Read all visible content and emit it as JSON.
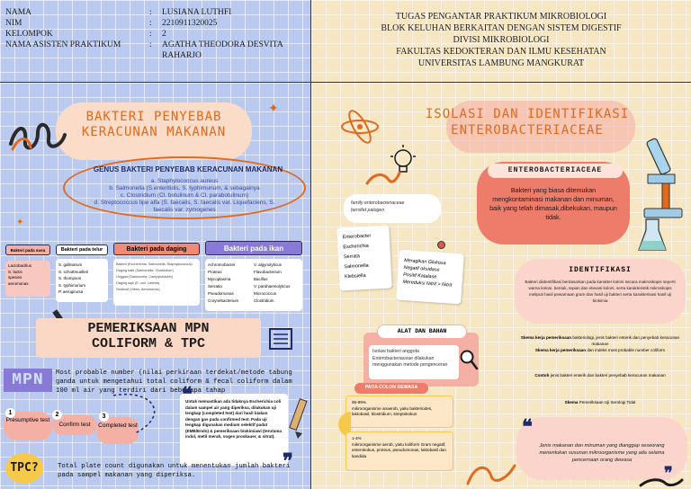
{
  "header": {
    "rows": [
      {
        "key": "NAMA",
        "value": "LUSIANA LUTHFI"
      },
      {
        "key": "NIM",
        "value": "2210911320025"
      },
      {
        "key": "KELOMPOK",
        "value": "2"
      },
      {
        "key": "NAMA ASISTEN PRAKTIKUM",
        "value": "AGATHA THEODORA DESVITA"
      },
      {
        "key": "",
        "value": "RAHARJO"
      }
    ],
    "colon": ":",
    "right_lines": [
      "TUGAS PENGANTAR PRAKTIKUM MIKROBIOLOGI",
      "BLOK KELUHAN BERKAITAN DENGAN SISTEM DIGESTIF",
      "DIVISI MIKROBIOLOGI",
      "FAKULTAS KEDOKTERAN DAN ILMU KESEHATAN",
      "UNIVERSITAS LAMBUNG MANGKURAT"
    ]
  },
  "left": {
    "title_line1": "BAKTERI PENYEBAB",
    "title_line2": "KERACUNAN MAKANAN",
    "genus_title": "GENUS BAKTERI PENYEBAB KERACUNAN MAKANAN",
    "genus_items": [
      "a. Staphylococcus aureus",
      "b. Salmonella (S.enteritidis, S. typhimurium, & sebagainya",
      "c. Clostridium (Cl. botulinum & Cl. parabotulinum)",
      "d. Streptococcus tipe alfa (S. faecalis, S. faecalis var. Liquefaciens, S.",
      "faecalis var. zymogenes"
    ],
    "cat_labels": [
      "Bakteri pada susu",
      "Bakteri pada telur",
      "Bakteri pada daging",
      "Bakteri pada ikan"
    ],
    "susu_items": [
      "Lactobacillus",
      "S. lactis",
      "spesies",
      "aeromonas"
    ],
    "telur_items": [
      "S. gallinarum",
      "S. schottmuelleri",
      "S. thompson",
      "S. typhimurium",
      "P. aeruginosa"
    ],
    "daging_items": [
      "Bakteri (Escherichia, Salmonella, Staphylococcus)",
      "Daging babi (Salmonella, Clostridium)",
      "Unggas (Salmonella, Campylobacter)",
      "Daging sapi (E. coli, Listeria)",
      "Seafood (Vibrio, Aeromonas)"
    ],
    "ikan_col1": [
      "Achromobacter",
      "Proteus",
      "Mycoplasma",
      "Serratia",
      "Pseudomonas",
      "Corynebacterium"
    ],
    "ikan_col2": [
      "V. algynolyticus",
      "Flavobacterium",
      "Bacillus",
      "V. parahaemolyticus",
      "Micrococcus",
      "Clostridium"
    ],
    "mpn_title_line1": "PEMERIKSAAN MPN",
    "mpn_title_line2": "COLIFORM & TPC",
    "mpn_badge": "MPN",
    "mpn_text": "Most probable number (nilai perkiraan terdekat/metode tabung ganda untuk mengetahui total coliform & fecal coliform dalam 100 ml air yang terdiri dari beberapa tahap",
    "steps": [
      {
        "num": "1",
        "label": "Presumptive test"
      },
      {
        "num": "2",
        "label": "Confirm test"
      },
      {
        "num": "3",
        "label": "Completed test"
      }
    ],
    "quote_text": "Untuk memastikan ada tidaknya Escherichia coli dalam sampel air yang diperiksa, dilakukan uji lengkap (completed test) dari hasil biakan dengan gas pada confirmed test. Pada uji lengkap digunakan medium selektif padat (EMB/Endo) & pemeriksaan biokimiawi (terutama indol, metil merah, voges proskauer, & sitrat).",
    "tpc_badge": "TPC",
    "tpc_text": "Total plate count digunakan untuk menentukan jumlah bakteri pada sampel makanan yang diperiksa."
  },
  "right": {
    "title_line1": "ISOLASI DAN IDENTIFIKASI",
    "title_line2": "ENTEROBACTERIACEAE",
    "entero_title": "ENTEROBACTERIACEAE",
    "entero_text": "Bakteri yang biasa ditemukan mengkontaminasi makanan dan minuman, baik yang telah dimasak,dibekukan, maupun tidak.",
    "family_label_line1": "family enterobacteriaceae",
    "family_label_line2": "bersifat patogen",
    "family_list": [
      "Enterobacter",
      "Escherichia",
      "Serrata",
      "Salmonella",
      "Klebsiella"
    ],
    "note_lines": [
      "Meragikan Glukosa",
      "Negatif oksidase",
      "Positif Katalase",
      "Mereduksi Nitrit > Nitrit"
    ],
    "identifikasi_title": "IDENTIFIKASI",
    "identifikasi_text": "Bakteri diidentifikasi berdasarkan pada karakter koloni secara makroskopis seperti warna koloni, bentuk, tepian dan elevasi koloni, serta karakteristik mikroskopis meliputi hasil pewarnaan gram dan hasil uji bakteri serta karakterisasi hasil uji biokimia",
    "skema1_bold": "Skema kerja pemeriksaan",
    "skema1_rest": " bakteriologi, jenis bakteri enterik dan penyebab keracunan makanan",
    "skema2_bold": "Skema kerja pemeriksaan",
    "skema2_rest": " dan indeks most probable number coliform",
    "contoh_bold": "Contoh",
    "contoh_rest": " jenis bakteri enterik dan bakteri penyebab keracunan makanan",
    "skema3_bold": "Skema",
    "skema3_rest": " Pemeriksaan Uji Serologi Tidal",
    "alat_title": "ALAT DAN BAHAN",
    "alat_text": "Isolasi bakteri anggota Enterobacteriaceae dilakukan menggunakan metode pengenceran",
    "colon_label": "PADA COLON DEWASA",
    "colon1_pct": "95-99%",
    "colon1_text": "mikroorganisme anaerob, yaitu bakteriodes, laktobasil, klostridium, streptokokus",
    "colon2_pct": "1-4%",
    "colon2_text": "mikroorganisme aerob, yaitu koliform Gram negatif, enterokokus, proteus, pseudomonas, laktobasil dan kandida",
    "final_quote": "Jenis makanan dan minuman yang dianggap seseorang menentukan susunan mikroorganisme yang ada selama pencernaan orang dewasa"
  },
  "colors": {
    "orange": "#e06a1f",
    "navy": "#1d2b6b",
    "blue_bg": "#b9c9ef",
    "cream_bg": "#f7e6c2",
    "pink": "#f5b0a6",
    "purple": "#8a7ad8",
    "salmon": "#ee7c6a"
  }
}
